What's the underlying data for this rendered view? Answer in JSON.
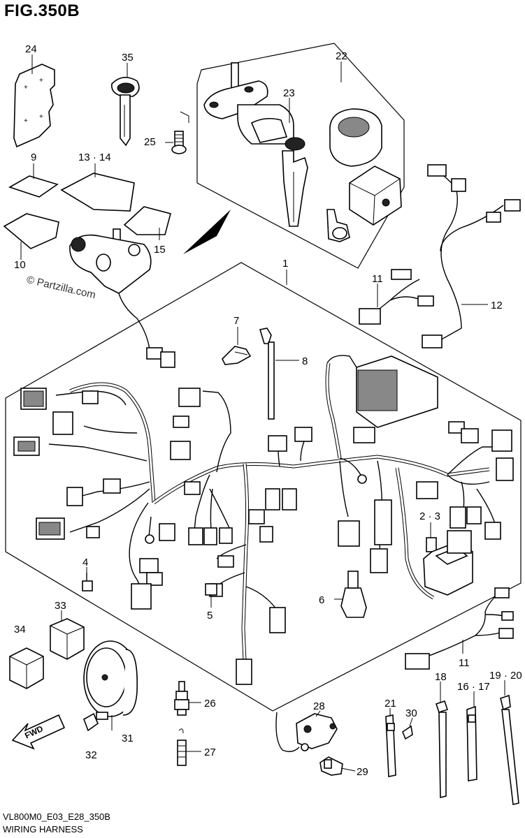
{
  "figure": {
    "title": "FIG.350B",
    "model_code": "VL800M0_E03_E28_350B",
    "name": "WIRING HARNESS",
    "watermark": "© Partzilla.com",
    "front_indicator": "FWD"
  },
  "callouts": {
    "c1": "1",
    "c2_3": "2 · 3",
    "c4": "4",
    "c5": "5",
    "c6": "6",
    "c7": "7",
    "c8": "8",
    "c9": "9",
    "c10": "10",
    "c11a": "11",
    "c11b": "11",
    "c12": "12",
    "c13_14": "13 · 14",
    "c15": "15",
    "c16_17": "16 · 17",
    "c18": "18",
    "c19_20": "19 · 20",
    "c21": "21",
    "c22": "22",
    "c23": "23",
    "c24": "24",
    "c25": "25",
    "c26": "26",
    "c27": "27",
    "c28": "28",
    "c29": "29",
    "c30": "30",
    "c31": "31",
    "c32": "32",
    "c33": "33",
    "c34": "34",
    "c35": "35"
  }
}
